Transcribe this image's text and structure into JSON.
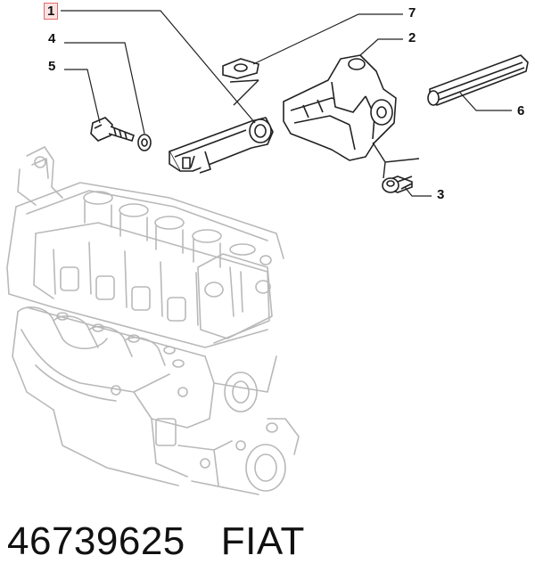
{
  "callouts": {
    "c1": "1",
    "c2": "2",
    "c3": "3",
    "c4": "4",
    "c5": "5",
    "c6": "6",
    "c7": "7"
  },
  "footer": {
    "part_number": "46739625",
    "brand": "FIAT"
  },
  "colors": {
    "line": "#222222",
    "engine_line": "#b9b9b9",
    "highlight_box": "#e46a6a"
  }
}
